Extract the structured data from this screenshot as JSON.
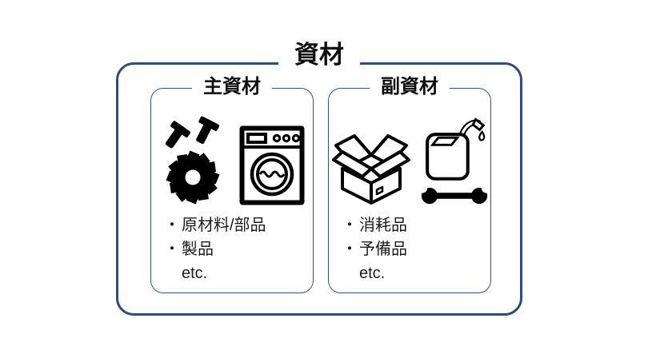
{
  "page": {
    "background": "#FFFFFF"
  },
  "diagram": {
    "title": "資材",
    "bullet": "・",
    "groups": [
      {
        "title": "主資材",
        "icons": [
          "bolt-icon",
          "circular-saw-blade-icon",
          "washing-machine-icon"
        ],
        "items": [
          "原材料/部品",
          "製品"
        ],
        "etc": "etc."
      },
      {
        "title": "副資材",
        "icons": [
          "cardboard-box-icon",
          "oil-can-icon",
          "wrench-icon"
        ],
        "items": [
          "消耗品",
          "予備品"
        ],
        "etc": "etc."
      }
    ],
    "colors": {
      "outer_border": "#2E4D7E",
      "inner_border": "#2F5496",
      "icon": "#000000",
      "text": "#1C1C1C"
    }
  }
}
